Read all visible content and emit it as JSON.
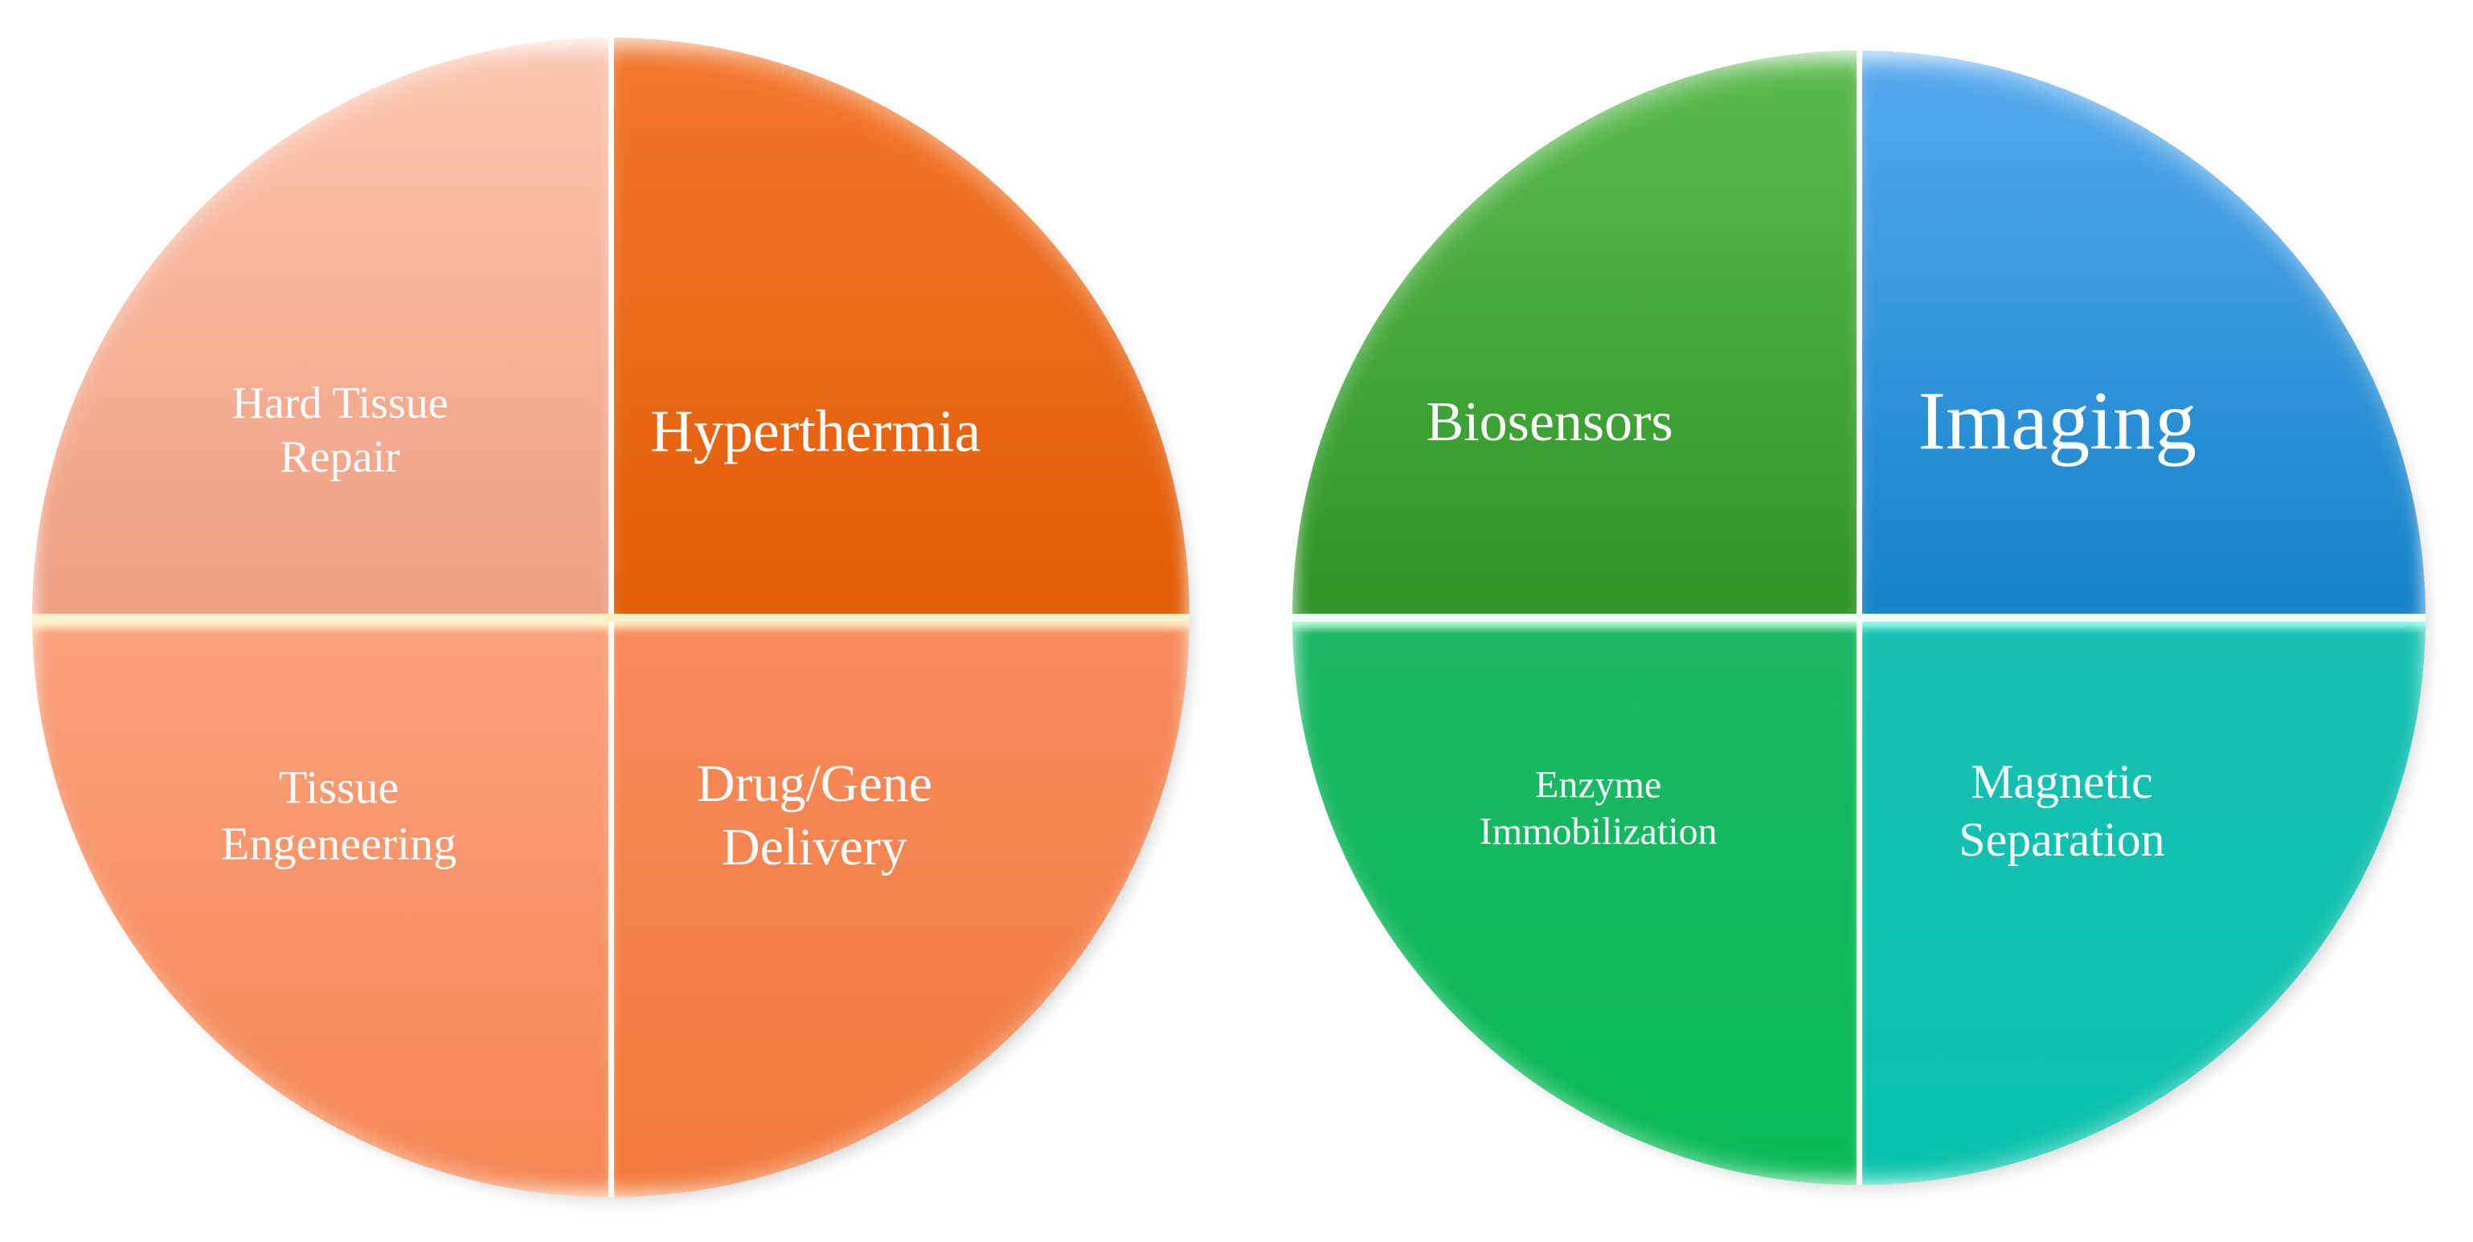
{
  "background_color": "#FFFFFF",
  "text_color": "#FFFFFF",
  "left_circle": {
    "theme": "orange",
    "divider_vertical_color": "#FFFFFF",
    "divider_horizontal_color": "#FBF1C8",
    "quadrants": [
      {
        "position": "top-left",
        "lines": [
          "Hard Tissue",
          "Repair"
        ],
        "color_top": "#FCC6AF",
        "color_bottom": "#EF9E80"
      },
      {
        "position": "top-right",
        "lines": [
          "Hyperthermia"
        ],
        "color_top": "#F4772E",
        "color_bottom": "#E25C04"
      },
      {
        "position": "bottom-left",
        "lines": [
          "Tissue",
          "Engeneering"
        ],
        "color_top": "#FAA07D",
        "color_bottom": "#F58652"
      },
      {
        "position": "bottom-right",
        "lines": [
          "Drug/Gene",
          "Delivery"
        ],
        "color_top": "#F78B5E",
        "color_bottom": "#F2793A"
      }
    ]
  },
  "right_circle": {
    "theme": "green-blue",
    "divider_vertical_color": "#FFFFFF",
    "divider_horizontal_color": "#EFFFF7",
    "quadrants": [
      {
        "position": "top-left",
        "lines": [
          "Biosensors"
        ],
        "color_top": "#5CBB4F",
        "color_bottom": "#2D9425"
      },
      {
        "position": "top-right",
        "lines": [
          "Imaging"
        ],
        "color_top": "#56AAEF",
        "color_bottom": "#1482C8"
      },
      {
        "position": "bottom-left",
        "lines": [
          "Enzyme",
          "Immobilization"
        ],
        "color_top": "#1BB766",
        "color_bottom": "#09BA56"
      },
      {
        "position": "bottom-right",
        "lines": [
          "Magnetic",
          "Separation"
        ],
        "color_top": "#19BFB2",
        "color_bottom": "#06C2AC"
      }
    ]
  }
}
